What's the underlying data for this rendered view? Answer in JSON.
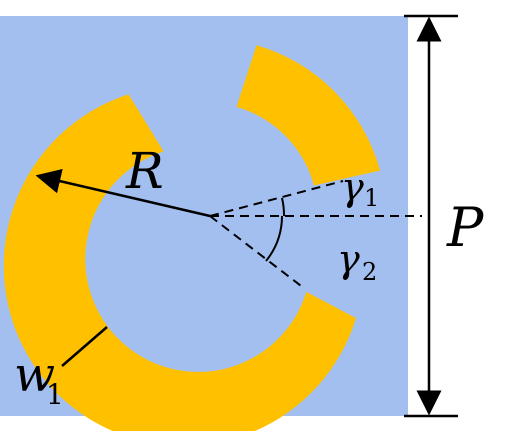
{
  "colors": {
    "substrate": "#a3bff0",
    "ring": "#ffc000",
    "line": "#000000",
    "background": "#ffffff"
  },
  "labels": {
    "radius": "R",
    "period": "P",
    "width_base": "w",
    "width_sub": "1",
    "gamma1_base": "γ",
    "gamma1_sub": "1",
    "gamma2_base": "γ",
    "gamma2_sub": "2"
  }
}
